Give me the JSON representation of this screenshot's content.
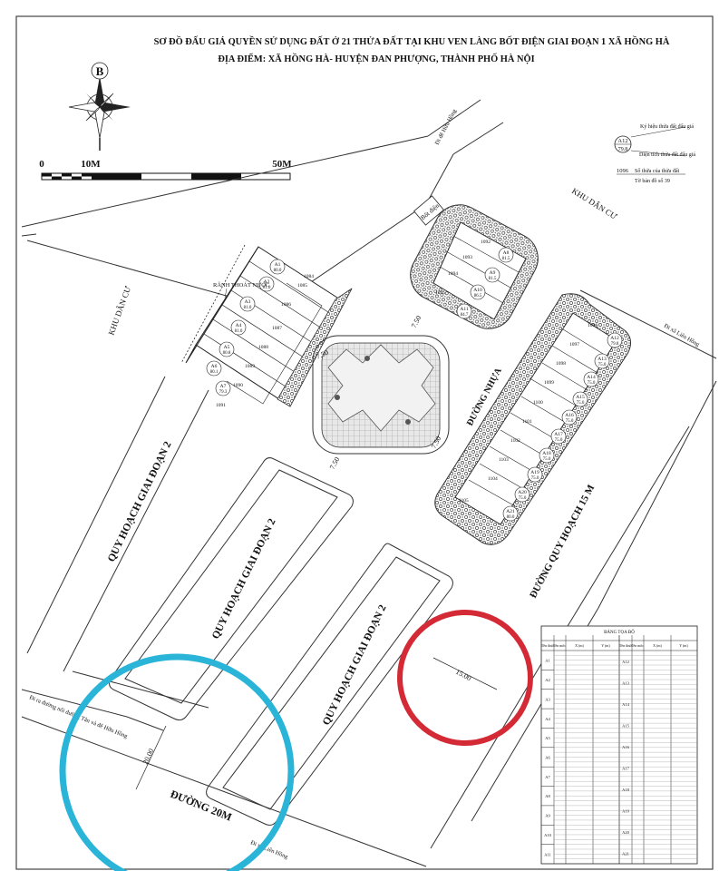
{
  "title": {
    "line1": "SƠ ĐỒ ĐẤU GIÁ QUYỀN SỬ DỤNG ĐẤT Ở 21 THỬA ĐẤT TẠI KHU VEN LÀNG BỐT ĐIỆN GIAI ĐOẠN 1 XÃ HỒNG HÀ",
    "line2": "ĐỊA ĐIỂM: XÃ HỒNG HÀ- HUYỆN ĐAN PHƯỢNG, THÀNH PHỐ HÀ NỘI"
  },
  "compass": {
    "letter": "B"
  },
  "scale": {
    "zero": "0",
    "mid": "10M",
    "end": "50M"
  },
  "legend": {
    "lot_symbol": "A12",
    "lot_area": "79.8",
    "lot_symbol_desc": "Ký hiệu thửa đất đấu giá",
    "area_desc": "Diện tích thửa đất đấu giá",
    "parcel_no": "1096",
    "parcel_desc": "Số thửa của thửa đất",
    "sheet_desc": "Tờ bản đồ số 39"
  },
  "labels": {
    "residential_right": "KHU DÂN CƯ",
    "residential_left": "KHU DÂN CƯ",
    "drainage": "RÃNH THOÁT NƯỚC",
    "substation": "Bốt điện",
    "road_asphalt": "ĐƯỜNG NHỰA",
    "plan_15m": "ĐƯỜNG QUY HOẠCH 15 M",
    "phase2_left": "QUY HOẠCH GIAI ĐOẠN 2",
    "phase2_center": "QUY HOẠCH GIAI ĐOẠN 2",
    "phase2_right": "QUY HOẠCH GIAI ĐOẠN 2",
    "road_20m": "ĐƯỜNG 20M",
    "to_hien_hong_top": "Đi đê Hữu Hồng",
    "to_lien_hong": "Đi xã Liên Hồng",
    "to_highway": "Đi ra đường nối đường Tân và đê Hữu Hồng",
    "to_bottom": "Đi xã Liên Hồng",
    "dim_750_a": "7.50",
    "dim_750_b": "7.50",
    "dim_750_c": "7.50",
    "dim_750_d": "7.50",
    "dim_15": "15.00",
    "dim_20": "20.00"
  },
  "lots_left": [
    {
      "id": "A1",
      "area": "80.0",
      "parcel": "1084"
    },
    {
      "id": "A2",
      "area": "81.0",
      "parcel": "1085"
    },
    {
      "id": "A3",
      "area": "81.0",
      "parcel": "1086"
    },
    {
      "id": "A4",
      "area": "81.0",
      "parcel": "1087"
    },
    {
      "id": "A5",
      "area": "80.8",
      "parcel": "1088"
    },
    {
      "id": "A6",
      "area": "80.1",
      "parcel": "1089"
    },
    {
      "id": "A7",
      "area": "79.3",
      "parcel": "1090"
    },
    {
      "id": "",
      "area": "",
      "parcel": "1091"
    }
  ],
  "lots_top": [
    {
      "id": "A8",
      "area": "81.5",
      "parcel": "1092"
    },
    {
      "id": "A9",
      "area": "81.5",
      "parcel": "1093"
    },
    {
      "id": "A10",
      "area": "86.5",
      "parcel": "1094"
    },
    {
      "id": "A11",
      "area": "84.7",
      "parcel": "1095"
    }
  ],
  "lots_right": [
    {
      "id": "A12",
      "area": "79.8",
      "parcel": "1096"
    },
    {
      "id": "A13",
      "area": "75.0",
      "parcel": "1097"
    },
    {
      "id": "A14",
      "area": "75.0",
      "parcel": "1098"
    },
    {
      "id": "A15",
      "area": "75.0",
      "parcel": "1099"
    },
    {
      "id": "A16",
      "area": "75.0",
      "parcel": "1100"
    },
    {
      "id": "A17",
      "area": "75.0",
      "parcel": "1101"
    },
    {
      "id": "A18",
      "area": "75.0",
      "parcel": "1102"
    },
    {
      "id": "A19",
      "area": "75.0",
      "parcel": "1103"
    },
    {
      "id": "A20",
      "area": "75.0",
      "parcel": "1104"
    },
    {
      "id": "A21",
      "area": "80.0",
      "parcel": "1105"
    }
  ],
  "coord_table": {
    "title": "BẢNG TỌA ĐỘ",
    "headers": [
      "Tên thửa",
      "Tên mốc",
      "X (m)",
      "Y (m)",
      "Tên thửa",
      "Tên mốc",
      "X (m)",
      "Y (m)"
    ],
    "row_groups": [
      "A1",
      "A2",
      "A3",
      "A4",
      "A5",
      "A6",
      "A7",
      "A8",
      "A9",
      "A10",
      "A11"
    ],
    "row_groups_right": [
      "A12",
      "A13",
      "A14",
      "A15",
      "A16",
      "A17",
      "A18",
      "A19",
      "A20",
      "A21"
    ]
  },
  "colors": {
    "red_circle": "#d42a36",
    "cyan_circle": "#29b4d8",
    "line": "#333333",
    "hatch": "#555555"
  }
}
